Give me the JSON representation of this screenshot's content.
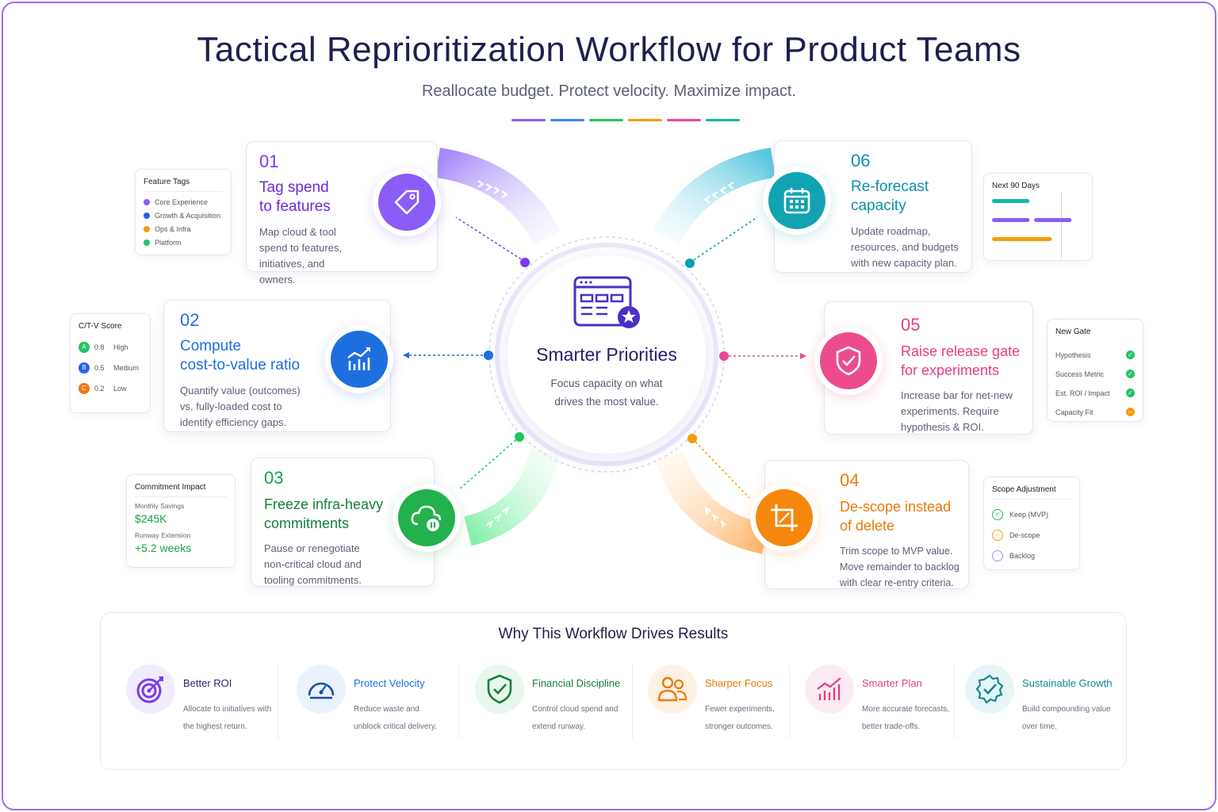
{
  "header": {
    "title": "Tactical Reprioritization Workflow for Product Teams",
    "subtitle": "Reallocate budget. Protect velocity. Maximize impact.",
    "accent_bars": [
      "#8b5cf6",
      "#3b82f6",
      "#22c55e",
      "#f59e0b",
      "#ec4899",
      "#14b8a6"
    ]
  },
  "center": {
    "title": "Smarter Priorities",
    "desc_line1": "Focus capacity on what",
    "desc_line2": "drives the most value.",
    "icon": "dashboard-star-icon"
  },
  "steps": {
    "s1": {
      "num": "01",
      "title_l1": "Tag spend",
      "title_l2": "to features",
      "desc": "Map cloud & tool spend to features, initiatives, and owners.",
      "color": "#7c3aed",
      "icon": "tag-icon"
    },
    "s2": {
      "num": "02",
      "title_l1": "Compute",
      "title_l2": "cost-to-value ratio",
      "desc": "Quantify value (outcomes) vs. fully-loaded cost to identify efficiency gaps.",
      "color": "#1d6fe0",
      "icon": "bar-chart-icon"
    },
    "s3": {
      "num": "03",
      "title_l1": "Freeze infra-heavy",
      "title_l2": "commitments",
      "desc": "Pause or renegotiate non-critical cloud and tooling commitments.",
      "color": "#16a34a",
      "icon": "cloud-pause-icon"
    },
    "s4": {
      "num": "04",
      "title_l1": "De-scope instead",
      "title_l2": "of delete",
      "desc": "Trim scope to MVP value. Move remainder to backlog with clear re-entry criteria.",
      "color": "#f08a0c",
      "icon": "crop-icon"
    },
    "s5": {
      "num": "05",
      "title_l1": "Raise release gate",
      "title_l2": "for experiments",
      "desc": "Increase bar for net-new experiments. Require hypothesis & ROI.",
      "color": "#e83d84",
      "icon": "shield-check-icon"
    },
    "s6": {
      "num": "06",
      "title_l1": "Re-forecast",
      "title_l2": "capacity",
      "desc": "Update roadmap, resources, and budgets with new capacity plan.",
      "color": "#0e8fa8",
      "icon": "calendar-icon"
    }
  },
  "feature_tags": {
    "title": "Feature Tags",
    "items": [
      {
        "label": "Core Experience",
        "color": "#8b5cf6"
      },
      {
        "label": "Growth & Acquisition",
        "color": "#2563eb"
      },
      {
        "label": "Ops & Infra",
        "color": "#f59e0b"
      },
      {
        "label": "Platform",
        "color": "#22c55e"
      }
    ]
  },
  "ctv_score": {
    "title": "C/T-V Score",
    "items": [
      {
        "grade": "A",
        "value": "0.8",
        "level": "High",
        "color": "#22c55e"
      },
      {
        "grade": "B",
        "value": "0.5",
        "level": "Medium",
        "color": "#2563eb"
      },
      {
        "grade": "C",
        "value": "0.2",
        "level": "Low",
        "color": "#f97316"
      }
    ]
  },
  "commitment": {
    "title": "Commitment Impact",
    "savings_label": "Monthly Savings",
    "savings_value": "$245K",
    "runway_label": "Runway Extension",
    "runway_value": "+5.2 weeks"
  },
  "next90": {
    "title": "Next 90 Days",
    "bars": [
      {
        "color": "#14b8a6",
        "start": 0,
        "length": 0.4
      },
      {
        "color": "#8b5cf6",
        "start": 0,
        "length": 0.4
      },
      {
        "color": "#8b5cf6",
        "start": 0.45,
        "length": 0.4
      },
      {
        "color": "#f59e0b",
        "start": 0,
        "length": 0.64
      }
    ]
  },
  "new_gate": {
    "title": "New Gate",
    "items": [
      {
        "label": "Hypothesis",
        "status": "check",
        "color": "#22c55e"
      },
      {
        "label": "Success Metric",
        "status": "check",
        "color": "#22c55e"
      },
      {
        "label": "Est. ROI / Impact",
        "status": "check",
        "color": "#22c55e"
      },
      {
        "label": "Capacity Fit",
        "status": "partial",
        "color": "#f59e0b"
      }
    ]
  },
  "scope": {
    "title": "Scope Adjustment",
    "items": [
      {
        "label": "Keep (MVP)",
        "color": "#22c55e"
      },
      {
        "label": "De-scope",
        "color": "#f59e0b"
      },
      {
        "label": "Backlog",
        "color": "#a78bfa"
      }
    ]
  },
  "why": {
    "title": "Why This Workflow Drives Results",
    "b1": {
      "title": "Better ROI",
      "desc": "Allocate to initiatives with the highest return.",
      "color": "#3b2a8f",
      "icon": "target-icon"
    },
    "b2": {
      "title": "Protect Velocity",
      "desc": "Reduce waste and unblock critical delivery.",
      "color": "#1d6fe0",
      "icon": "speedometer-icon"
    },
    "b3": {
      "title": "Financial Discipline",
      "desc": "Control cloud spend and extend runway.",
      "color": "#15803d",
      "icon": "shield-check-icon"
    },
    "b4": {
      "title": "Sharper Focus",
      "desc": "Fewer experiments, stronger outcomes.",
      "color": "#ea7a0c",
      "icon": "people-icon"
    },
    "b5": {
      "title": "Smarter Plan",
      "desc": "More accurate forecasts, better trade-offs.",
      "color": "#e2407f",
      "icon": "growth-chart-icon"
    },
    "b6": {
      "title": "Sustainable Growth",
      "desc": "Build compounding value over time.",
      "color": "#0f8a8f",
      "icon": "badge-check-icon"
    }
  }
}
